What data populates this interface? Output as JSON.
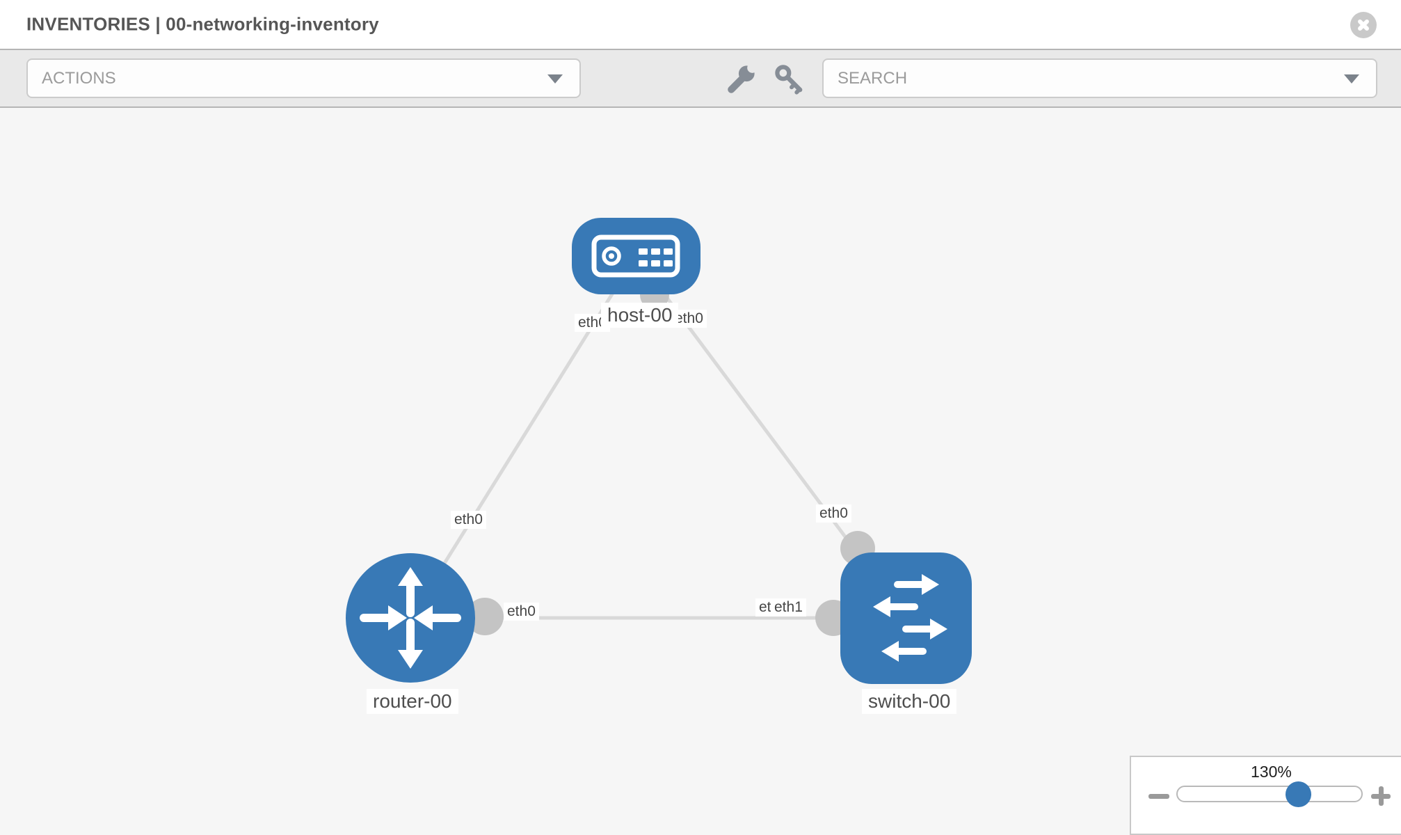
{
  "header": {
    "title": "INVENTORIES | 00-networking-inventory"
  },
  "toolbar": {
    "actions_label": "ACTIONS",
    "search_label": "SEARCH"
  },
  "topology": {
    "nodes": [
      {
        "id": "host-00",
        "type": "host",
        "label": "host-00"
      },
      {
        "id": "router-00",
        "type": "router",
        "label": "router-00"
      },
      {
        "id": "switch-00",
        "type": "switch",
        "label": "switch-00"
      }
    ],
    "links": [
      {
        "from": "host-00",
        "from_iface": "eth0",
        "to": "router-00",
        "to_iface": "eth0"
      },
      {
        "from": "host-00",
        "from_iface": "eth0",
        "to": "switch-00",
        "to_iface": "eth0"
      },
      {
        "from": "router-00",
        "from_iface": "eth0",
        "to": "switch-00",
        "to_iface": "eth1"
      }
    ]
  },
  "zoom_control": {
    "value": "130%"
  },
  "colors": {
    "node_blue": "#3879b6",
    "link_gray": "#d9d9d9",
    "port_gray": "#c4c4c4",
    "toolbar_gray": "#e9e9e9",
    "canvas_gray": "#f6f6f6"
  }
}
